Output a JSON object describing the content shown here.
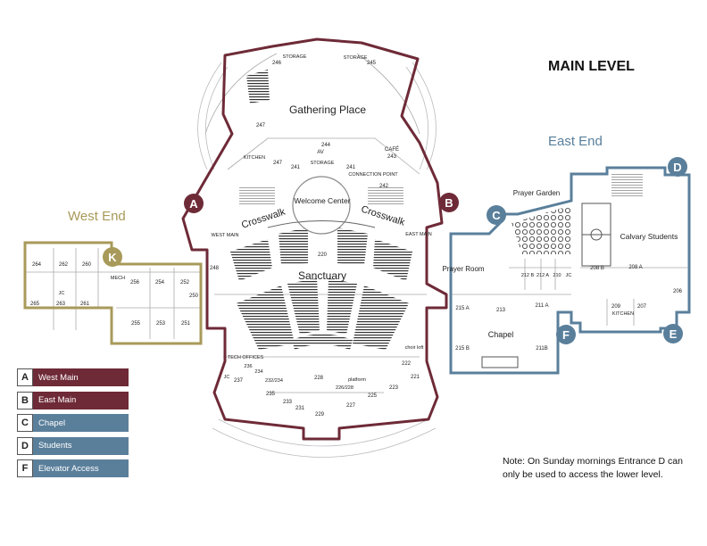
{
  "title": "MAIN LEVEL",
  "colors": {
    "west_main": "#6e2a37",
    "east_main": "#6e2a37",
    "blue": "#5a7f9b",
    "west_end": "#a89a5a"
  },
  "sections": {
    "west_end": "West End",
    "east_end": "East End"
  },
  "entrances": {
    "A": "A",
    "B": "B",
    "C": "C",
    "D": "D",
    "E": "E",
    "F": "F",
    "K": "K"
  },
  "legend": [
    {
      "letter": "A",
      "label": "West Main",
      "color": "#6e2a37"
    },
    {
      "letter": "B",
      "label": "East Main",
      "color": "#6e2a37"
    },
    {
      "letter": "C",
      "label": "Chapel",
      "color": "#5a7f9b"
    },
    {
      "letter": "D",
      "label": "Students",
      "color": "#5a7f9b"
    },
    {
      "letter": "F",
      "label": "Elevator Access",
      "color": "#5a7f9b"
    }
  ],
  "note": "Note: On Sunday mornings Entrance D can only be used to access the lower level.",
  "rooms": {
    "gathering_place": "Gathering Place",
    "storage_left": "STORAGE",
    "storage_right": "STORAGE",
    "storage_mid": "STORAGE",
    "r246": "246",
    "r245": "245",
    "r247a": "247",
    "r247b": "247",
    "kitchen": "KITCHEN",
    "r244": "244",
    "av": "AV",
    "r241": "241",
    "cafe": "CAFÉ",
    "r243": "243",
    "connection_point": "CONNECTION POINT",
    "r242": "242",
    "welcome_center": "Welcome Center",
    "crosswalk_left": "Crosswalk",
    "crosswalk_right": "Crosswalk",
    "west_main": "WEST MAIN",
    "east_main": "EAST MAIN",
    "r220": "220",
    "sanctuary": "Sanctuary",
    "r248": "248",
    "r264": "264",
    "r262": "262",
    "r260": "260",
    "jc_w": "JC",
    "r265": "265",
    "r263": "263",
    "r261": "261",
    "mech": "MECH",
    "r256": "256",
    "r254": "254",
    "r252": "252",
    "r250": "250",
    "r255": "255",
    "r253": "253",
    "r251": "251",
    "tech_offices": "TECH OFFICES",
    "r236": "236",
    "r234": "234",
    "r232": "232/234",
    "jc_s": "JC",
    "r237": "237",
    "r235": "235",
    "r233": "233",
    "r231": "231",
    "r228": "228",
    "r226": "226/228",
    "platform": "platform",
    "r229": "229",
    "r227": "227",
    "r225": "225",
    "r223": "223",
    "r222": "222",
    "r221": "221",
    "choir_loft": "choir loft",
    "prayer_garden": "Prayer Garden",
    "prayer_room": "Prayer Room",
    "r215a": "215 A",
    "r215b": "215 B",
    "r213": "213",
    "chapel": "Chapel",
    "r211a": "211 A",
    "r211b": "211B",
    "r212b": "212 B",
    "r212a": "212 A",
    "r210": "210",
    "jc_e": "JC",
    "r208b": "208 B",
    "r208a": "208 A",
    "calvary_students": "Calvary Students",
    "r206": "206",
    "r209": "209",
    "kitchen_e": "KITCHEN",
    "r207": "207"
  }
}
